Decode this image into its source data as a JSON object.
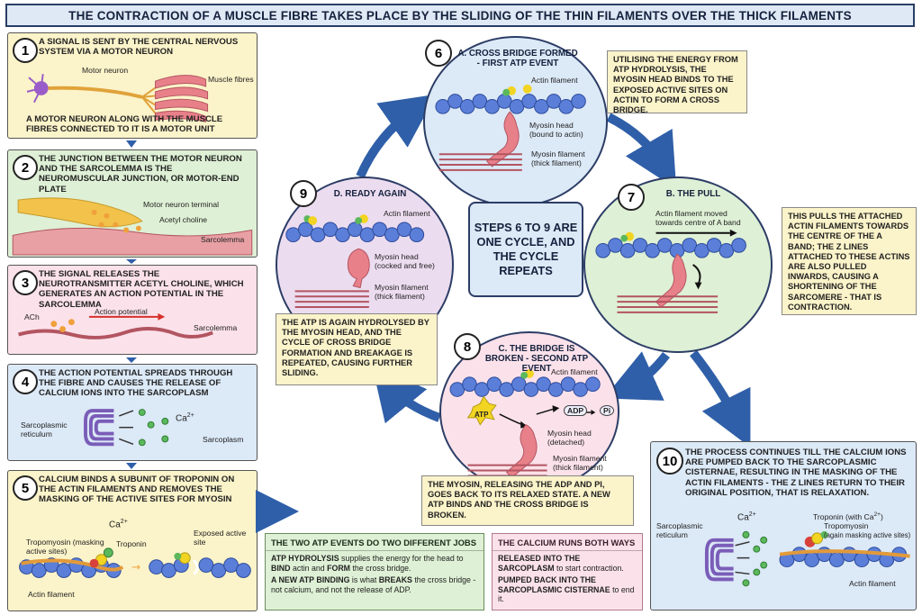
{
  "title": "THE CONTRACTION OF A MUSCLE FIBRE TAKES PLACE BY THE SLIDING OF THE THIN FILAMENTS OVER THE THICK FILAMENTS",
  "steps": [
    {
      "num": "1",
      "text": "A SIGNAL IS SENT BY THE CENTRAL NERVOUS SYSTEM VIA A MOTOR NEURON",
      "caption": "A MOTOR NEURON ALONG WITH THE MUSCLE FIBRES CONNECTED TO IT IS A MOTOR UNIT",
      "labels": {
        "neuron": "Motor neuron",
        "fibres": "Muscle fibres"
      }
    },
    {
      "num": "2",
      "text": "THE JUNCTION BETWEEN THE MOTOR NEURON AND THE SARCOLEMMA IS THE NEUROMUSCULAR JUNCTION, or MOTOR-END PLATE",
      "labels": {
        "terminal": "Motor neuron terminal",
        "ach": "Acetyl choline",
        "sarcolemma": "Sarcolemma"
      }
    },
    {
      "num": "3",
      "text": "THE SIGNAL RELEASES THE NEUROTRANSMITTER ACETYL CHOLINE, WHICH GENERATES AN ACTION POTENTIAL IN THE SARCOLEMMA",
      "labels": {
        "ach": "ACh",
        "ap": "Action potential",
        "sarcolemma": "Sarcolemma"
      }
    },
    {
      "num": "4",
      "text": "THE ACTION POTENTIAL SPREADS THROUGH THE FIBRE AND CAUSES THE RELEASE OF CALCIUM IONS INTO THE SARCOPLASM",
      "labels": {
        "sr": "Sarcoplasmic reticulum",
        "ca": "Ca",
        "sup": "2+",
        "sarcoplasm": "Sarcoplasm"
      }
    },
    {
      "num": "5",
      "text": "CALCIUM BINDS A SUBUNIT OF TROPONIN ON THE ACTIN FILAMENTS AND REMOVES THE MASKING OF THE ACTIVE SITES FOR MYOSIN",
      "labels": {
        "tropomyosin": "Tropomyosin (masking active sites)",
        "ca": "Ca",
        "sup": "2+",
        "troponin": "Troponin",
        "exposed": "Exposed active site",
        "actin": "Actin filament"
      }
    }
  ],
  "cycle": {
    "center": "STEPS 6 TO 9 ARE ONE CYCLE, AND THE CYCLE REPEATS",
    "s6": {
      "num": "6",
      "title": "A. CROSS BRIDGE FORMED - FIRST ATP EVENT",
      "actin": "Actin filament",
      "head": "Myosin head",
      "head2": "(bound to actin)",
      "myosin": "Myosin filament",
      "myosin2": "(thick filament)",
      "note": "UTILISING THE ENERGY FROM ATP HYDROLYSIS, THE MYOSIN HEAD BINDS TO THE EXPOSED ACTIVE SITES ON ACTIN TO FORM A CROSS BRIDGE."
    },
    "s7": {
      "num": "7",
      "title": "B. THE PULL",
      "moved": "Actin filament moved",
      "moved2": "towards centre of A band",
      "note": "THIS PULLS THE ATTACHED ACTIN FILAMENTS TOWARDS THE CENTRE OF THE A BAND; THE Z LINES ATTACHED TO THESE ACTINS ARE ALSO PULLED INWARDS, CAUSING A SHORTENING OF THE SARCOMERE - THAT IS CONTRACTION."
    },
    "s8": {
      "num": "8",
      "title": "C. THE BRIDGE IS BROKEN - SECOND ATP EVENT",
      "actin": "Actin filament",
      "atp": "ATP",
      "adp": "ADP",
      "pi": "Pi",
      "head": "Myosin head",
      "head2": "(detached)",
      "myosin": "Myosin filament",
      "myosin2": "(thick filament)",
      "note": "THE MYOSIN, RELEASING THE ADP AND Pi, GOES BACK TO ITS RELAXED STATE. A NEW ATP BINDS AND THE CROSS BRIDGE IS BROKEN."
    },
    "s9": {
      "num": "9",
      "title": "D. READY AGAIN",
      "actin": "Actin filament",
      "head": "Myosin head",
      "head2": "(cocked and free)",
      "myosin": "Myosin filament",
      "myosin2": "(thick filament)",
      "note": "THE ATP IS AGAIN HYDROLYSED BY THE MYOSIN HEAD, AND THE CYCLE OF CROSS BRIDGE FORMATION AND BREAKAGE IS REPEATED, CAUSING FURTHER SLIDING."
    }
  },
  "s10": {
    "num": "10",
    "text": "THE PROCESS CONTINUES TILL THE CALCIUM IONS ARE PUMPED BACK TO THE SARCOPLASMIC CISTERNAE, RESULTING IN THE MASKING OF THE ACTIN FILAMENTS - THE Z LINES RETURN TO THEIR ORIGINAL POSITION, THAT IS RELAXATION.",
    "ca": "Ca",
    "sup": "2+",
    "troponin": "Troponin (with Ca",
    "troponin_close": ")",
    "tropomyosin": "Tropomyosin",
    "tropomyosin2": "(again masking active sites)",
    "sr": "Sarcoplasmic reticulum",
    "actin": "Actin filament"
  },
  "atp_box": {
    "title": "THE TWO ATP EVENTS DO TWO DIFFERENT JOBS",
    "p1a": "ATP HYDROLYSIS",
    "p1b": " supplies the energy for the head to ",
    "p1c": "BIND",
    "p1d": " actin and ",
    "p1e": "FORM",
    "p1f": " the cross bridge.",
    "p2a": "A NEW ATP BINDING",
    "p2b": " is what ",
    "p2c": "BREAKS",
    "p2d": " the cross bridge - not calcium, and not the release of ADP."
  },
  "ca_box": {
    "title": "THE CALCIUM RUNS BOTH WAYS",
    "p1": "RELEASED INTO THE SARCOPLASM",
    "p1b": " to start contraction.",
    "p2": "PUMPED BACK INTO THE SARCOPLASMIC CISTERNAE",
    "p2b": " to end it."
  },
  "colors": {
    "actin": "#5b7fd9",
    "myosin": "#e8808a",
    "atp": "#f2d422",
    "ca": "#5cb85c",
    "arrow": "#2f5fa8"
  }
}
